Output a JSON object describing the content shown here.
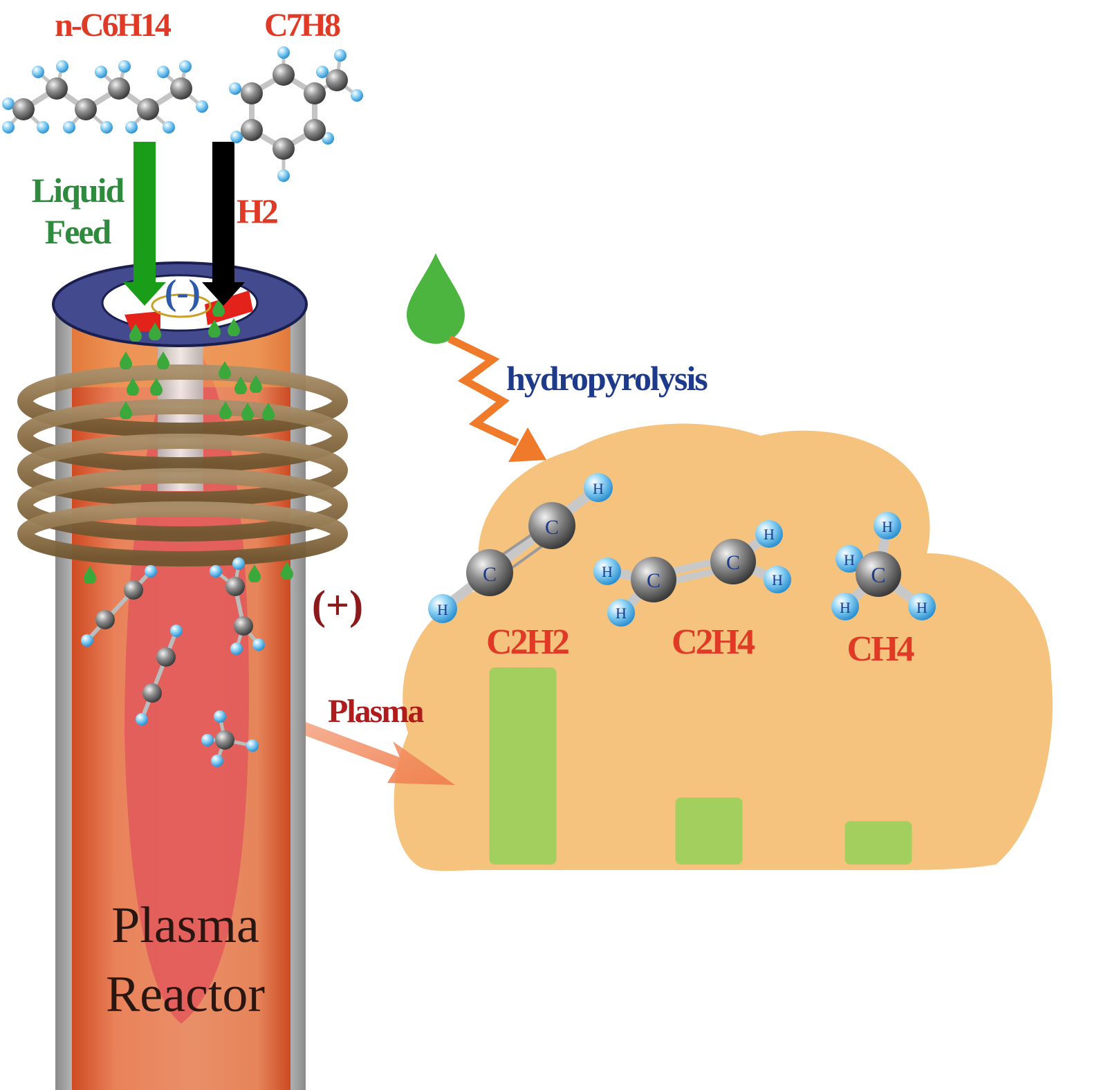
{
  "reactants": {
    "hexane": "n-C6H14",
    "toluene": "C7H8"
  },
  "feeds": {
    "liquid_line1": "Liquid",
    "liquid_line2": "Feed",
    "gas": "H2"
  },
  "electrodes": {
    "negative": "(-)",
    "positive": "(+)"
  },
  "process": {
    "hydropyrolysis": "hydropyrolysis",
    "plasma": "Plasma"
  },
  "reactor": {
    "line1": "Plasma",
    "line2": "Reactor"
  },
  "atoms": {
    "carbon": "C",
    "hydrogen": "H"
  },
  "products": [
    {
      "formula": "C2H2",
      "relative_yield": 1.0
    },
    {
      "formula": "C2H4",
      "relative_yield": 0.34
    },
    {
      "formula": "CH4",
      "relative_yield": 0.22
    }
  ],
  "colors": {
    "cloud": "#f5c37e",
    "bar": "#a3cf5e",
    "formula_red": "#e03a26",
    "liquid_green": "#2e8b3d",
    "hydro_blue": "#1e3a8a",
    "plasma_red": "#b01c1c",
    "arrow_green": "#1a9e1a",
    "bolt_orange": "#ef7a2a"
  }
}
